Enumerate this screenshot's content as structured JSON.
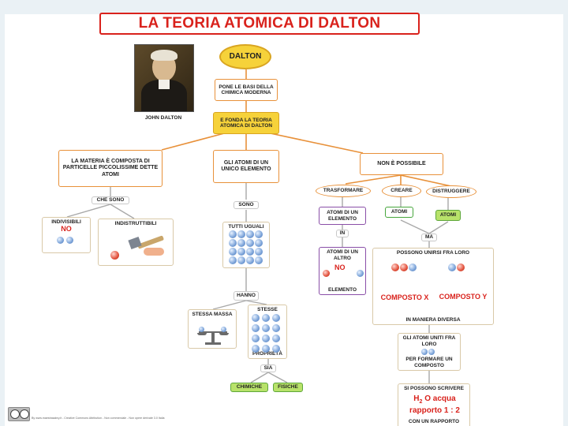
{
  "title": "LA TEORIA ATOMICA DI DALTON",
  "portrait_caption": "JOHN DALTON",
  "nodes": {
    "dalton": "DALTON",
    "pone": "PONE LE BASI DELLA CHIMICA MODERNA",
    "fonda": "E FONDA LA TEORIA ATOMICA DI DALTON",
    "materia": "LA MATERIA È COMPOSTA DI PARTICELLE PICCOLISSIME DETTE ATOMI",
    "atomi_unico": "GLI ATOMI DI UN UNICO ELEMENTO",
    "non_possibile": "NON È POSSIBILE",
    "trasformare": "TRASFORMARE",
    "creare": "CREARE",
    "distruggere": "DISTRUGGERE",
    "che_sono": "CHE SONO",
    "sono": "SONO",
    "indivisibili": "INDIVISIBILI",
    "no1": "NO",
    "indistruttibili": "INDISTRUTTIBILI",
    "tutti_uguali": "TUTTI UGUALI",
    "atomi_elemento": "ATOMI DI UN ELEMENTO",
    "atomi_c": "ATOMI",
    "atomi_d": "ATOMI",
    "in": "IN",
    "ma": "MA",
    "atomi_altro": "ATOMI DI UN ALTRO",
    "no2": "NO",
    "elemento": "ELEMENTO",
    "possono": "POSSONO UNIRSI FRA LORO",
    "composto_x": "COMPOSTO X",
    "composto_y": "COMPOSTO Y",
    "in_maniera": "IN MANIERA DIVERSA",
    "hanno": "HANNO",
    "stessa_massa": "STESSA MASSA",
    "stesse": "STESSE",
    "proprieta": "PROPRIETÀ",
    "sia": "SIA",
    "chimiche": "CHIMICHE",
    "fisiche": "FISICHE",
    "atomi_uniti": "GLI ATOMI UNITI FRA LORO",
    "per_formare": "PER FORMARE UN COMPOSTO",
    "si_possono": "SI POSSONO SCRIVERE",
    "h2o_h": "H",
    "h2o_sub": "2",
    "h2o_rest": " O acqua",
    "rapporto": "rapporto 1 : 2",
    "con_un": "CON UN RAPPORTO"
  },
  "footer": "By www.maestrasabry.it - Creative Commons Attribution - Non commerciale - Non opere derivate 3.0 Italia",
  "colors": {
    "title_red": "#d9221c",
    "orange": "#e8913a",
    "purple": "#8a4fa8",
    "green": "#46a63c",
    "yellow": "#f6d23a"
  }
}
